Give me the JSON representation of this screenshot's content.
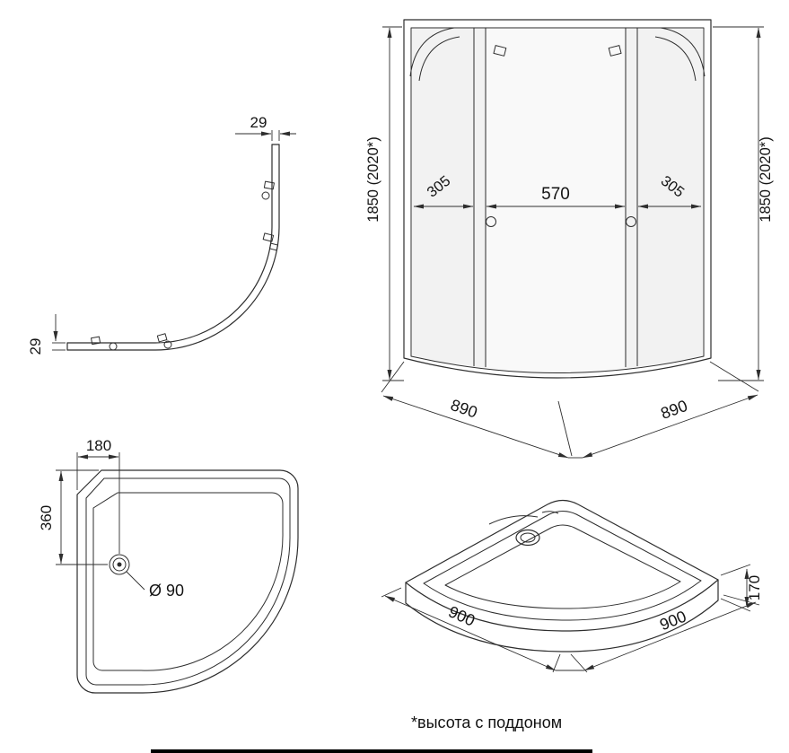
{
  "colors": {
    "line": "#2e2e2e",
    "glass": "#f2f2f2"
  },
  "profile_view": {
    "dim_thickness_top": "29",
    "dim_thickness_side": "29"
  },
  "front_view": {
    "dim_height_left": "1850 (2020*)",
    "dim_height_right": "1850 (2020*)",
    "dim_left_panel": "305",
    "dim_door_opening": "570",
    "dim_right_panel": "305",
    "dim_base_left": "890",
    "dim_base_right": "890"
  },
  "tray_plan_view": {
    "dim_drain_offset_x": "180",
    "dim_drain_offset_y": "360",
    "dim_drain_diameter": "Ø 90"
  },
  "tray_perspective_view": {
    "dim_height": "170",
    "dim_side_left": "900",
    "dim_side_right": "900"
  },
  "footnote": {
    "text": "*высота с поддоном"
  }
}
